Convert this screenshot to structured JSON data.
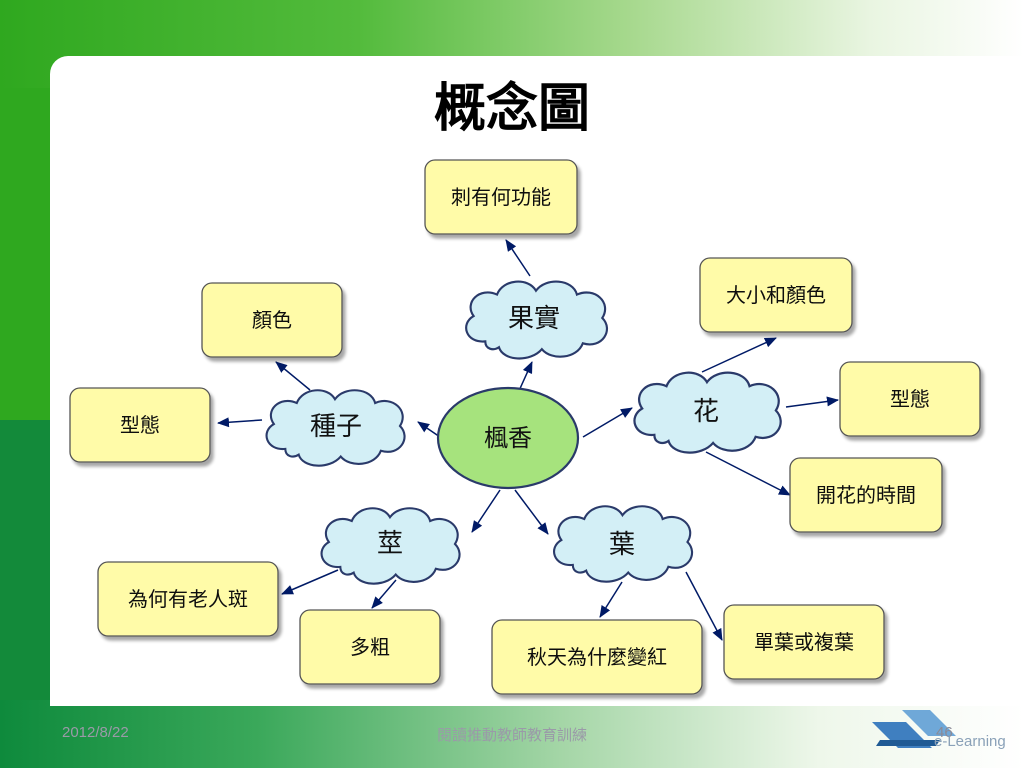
{
  "slide": {
    "title": "概念圖",
    "date": "2012/8/22",
    "footer": "閱讀推動教師教育訓練",
    "page_number": "46",
    "logo_text": "e-Learning"
  },
  "colors": {
    "node_fill": "#fffba8",
    "cloud_fill": "#d3eff6",
    "center_fill": "#a6e37d",
    "arrow": "#001a66",
    "accent_green": "#2fa81f"
  },
  "diagram": {
    "center": "楓香",
    "clouds": [
      "果實",
      "種子",
      "花",
      "莖",
      "葉"
    ],
    "boxes": [
      "刺有何功能",
      "顏色",
      "型態",
      "大小和顏色",
      "型態",
      "開花的時間",
      "為何有老人斑",
      "多粗",
      "秋天為什麼變紅",
      "單葉或複葉"
    ],
    "links": [
      [
        "楓香",
        "果實"
      ],
      [
        "楓香",
        "種子"
      ],
      [
        "楓香",
        "花"
      ],
      [
        "楓香",
        "莖"
      ],
      [
        "楓香",
        "葉"
      ],
      [
        "果實",
        "刺有何功能"
      ],
      [
        "種子",
        "顏色"
      ],
      [
        "種子",
        "型態"
      ],
      [
        "花",
        "大小和顏色"
      ],
      [
        "花",
        "型態"
      ],
      [
        "花",
        "開花的時間"
      ],
      [
        "莖",
        "為何有老人斑"
      ],
      [
        "莖",
        "多粗"
      ],
      [
        "葉",
        "秋天為什麼變紅"
      ],
      [
        "葉",
        "單葉或複葉"
      ]
    ]
  }
}
